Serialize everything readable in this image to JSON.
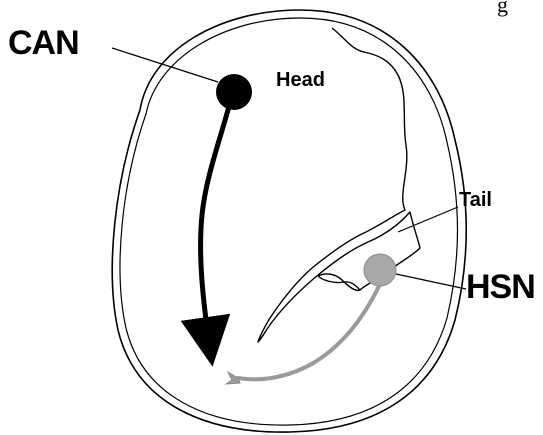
{
  "caption_fragment": "g",
  "labels": {
    "can": "CAN",
    "head": "Head",
    "tail": "Tail",
    "hsn": "HSN"
  },
  "colors": {
    "outline": "#000000",
    "can_neuron": "#000000",
    "hsn_neuron": "#9a9a9a",
    "background": "#ffffff"
  }
}
